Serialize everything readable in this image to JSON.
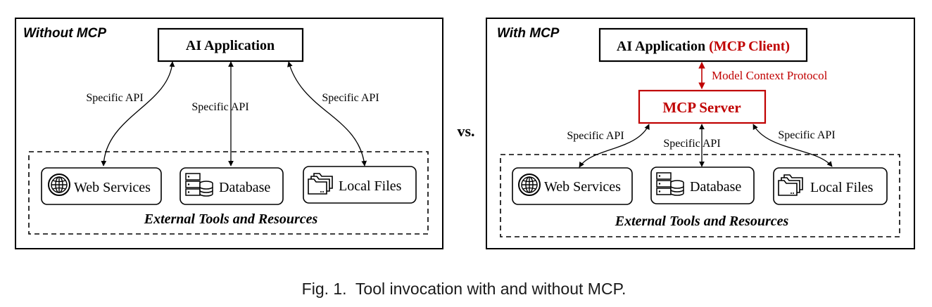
{
  "left_panel": {
    "title": "Without MCP",
    "app_box": "AI Application",
    "api_labels": [
      "Specific API",
      "Specific API",
      "Specific API"
    ],
    "resources_title": "External Tools and Resources",
    "resources": [
      {
        "label": "Web Services",
        "icon": "globe-icon"
      },
      {
        "label": "Database",
        "icon": "database-icon"
      },
      {
        "label": "Local Files",
        "icon": "folder-icon"
      }
    ]
  },
  "vs_label": "vs.",
  "right_panel": {
    "title": "With MCP",
    "app_box_prefix": "AI Application",
    "app_box_client": "(MCP Client)",
    "protocol_label": "Model Context Protocol",
    "server_box": "MCP Server",
    "api_labels": [
      "Specific API",
      "Specific API",
      "Specific API"
    ],
    "resources_title": "External Tools and Resources",
    "resources": [
      {
        "label": "Web Services",
        "icon": "globe-icon"
      },
      {
        "label": "Database",
        "icon": "database-icon"
      },
      {
        "label": "Local Files",
        "icon": "folder-icon"
      }
    ]
  },
  "caption": "Fig. 1.  Tool invocation with and without MCP.",
  "colors": {
    "black": "#000000",
    "accent_red": "#c00000"
  }
}
